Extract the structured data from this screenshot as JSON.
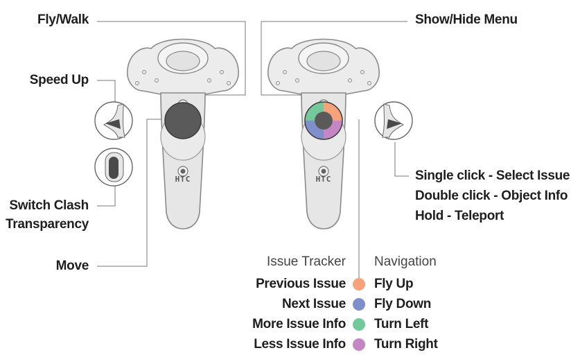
{
  "brand": "HTC",
  "left_controller": {
    "labels": {
      "fly_walk": "Fly/Walk",
      "speed_up": "Speed Up",
      "switch_clash_line1": "Switch Clash",
      "switch_clash_line2": "Transparency",
      "move": "Move"
    }
  },
  "right_controller": {
    "labels": {
      "show_hide_menu": "Show/Hide Menu",
      "single_click": "Single click - Select Issue",
      "double_click": "Double click - Object Info",
      "hold": "Hold - Teleport"
    }
  },
  "legend": {
    "issue_tracker_header": "Issue Tracker",
    "navigation_header": "Navigation",
    "rows": [
      {
        "issue": "Previous Issue",
        "nav": "Fly Up",
        "color": "#f6a27a"
      },
      {
        "issue": "Next Issue",
        "nav": "Fly Down",
        "color": "#7f8fcb"
      },
      {
        "issue": "More Issue Info",
        "nav": "Turn Left",
        "color": "#74c99b"
      },
      {
        "issue": "Less Issue Info",
        "nav": "Turn Right",
        "color": "#c586c4"
      }
    ]
  },
  "colors": {
    "controller_body": "#e6e6e6",
    "controller_outline": "#888888",
    "trackpad": "#5a5a5a",
    "leader_line": "#777777"
  }
}
